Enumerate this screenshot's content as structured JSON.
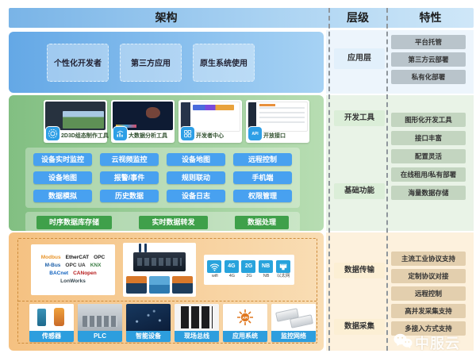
{
  "colors": {
    "header_blue": "#79b4e7",
    "app_section_blue": "#64a8e6",
    "dev_section_green": "#82bf82",
    "data_section_orange": "#f5c181",
    "function_button_blue": "#48a1f0",
    "stream_button_green": "#3fa04a",
    "device_label_blue": "#2d9ede",
    "connectivity_tile_blue": "#28a3dc"
  },
  "header": {
    "architecture": "架构",
    "layer": "层级",
    "feature": "特性"
  },
  "app_layer": {
    "label": "应用层",
    "boxes": [
      "个性化开发者",
      "第三方应用",
      "原生系统使用"
    ],
    "features": [
      "平台托管",
      "第三方云部署",
      "私有化部署"
    ]
  },
  "dev_layer": {
    "label": "开发工具",
    "tools": [
      {
        "name": "2D3D组态制作工具",
        "icon": "cube-icon"
      },
      {
        "name": "大数据分析工具",
        "icon": "bar-chart-icon"
      },
      {
        "name": "开发者中心",
        "icon": "grid-icon"
      },
      {
        "name": "开放接口",
        "icon": "api-icon"
      }
    ],
    "features": [
      "图形化开发工具",
      "接口丰富",
      "配置灵活",
      "在线租用/私有部署",
      "海量数据存储"
    ]
  },
  "basic_layer": {
    "label": "基础功能",
    "functions": [
      "设备实时监控",
      "云视频监控",
      "设备地图",
      "远程控制",
      "设备地图",
      "报警/事件",
      "规则联动",
      "手机端",
      "数据模拟",
      "历史数据",
      "设备日志",
      "权限管理"
    ],
    "stream": [
      "时序数据库存储",
      "实时数据转发",
      "数据处理"
    ]
  },
  "transmission_layer": {
    "label": "数据传输",
    "protocols": [
      "Modbus",
      "EtherCAT",
      "OPC",
      "M-Bus",
      "OPC UA",
      "KNX",
      "BACnet",
      "CANopen",
      "LonWorks"
    ],
    "connectivity": [
      {
        "icon": "wifi-icon",
        "glyph": "",
        "label": "wifi"
      },
      {
        "icon": "signal-4g-icon",
        "glyph": "4G",
        "label": "4G"
      },
      {
        "icon": "signal-2g-icon",
        "glyph": "2G",
        "label": "2G"
      },
      {
        "icon": "signal-nb-icon",
        "glyph": "NB",
        "label": "NB"
      },
      {
        "icon": "ethernet-icon",
        "glyph": "",
        "label": "以太网"
      }
    ],
    "features": [
      "主流工业协议支持",
      "定制协议对接",
      "远程控制"
    ]
  },
  "collection_layer": {
    "label": "数据采集",
    "devices": [
      "传感器",
      "PLC",
      "智能设备",
      "现场总线",
      "应用系统",
      "监控网络"
    ],
    "features": [
      "高并发采集支持",
      "多接入方式支持"
    ]
  },
  "watermark": {
    "brand": "中服云",
    "icon": "wechat-icon"
  }
}
